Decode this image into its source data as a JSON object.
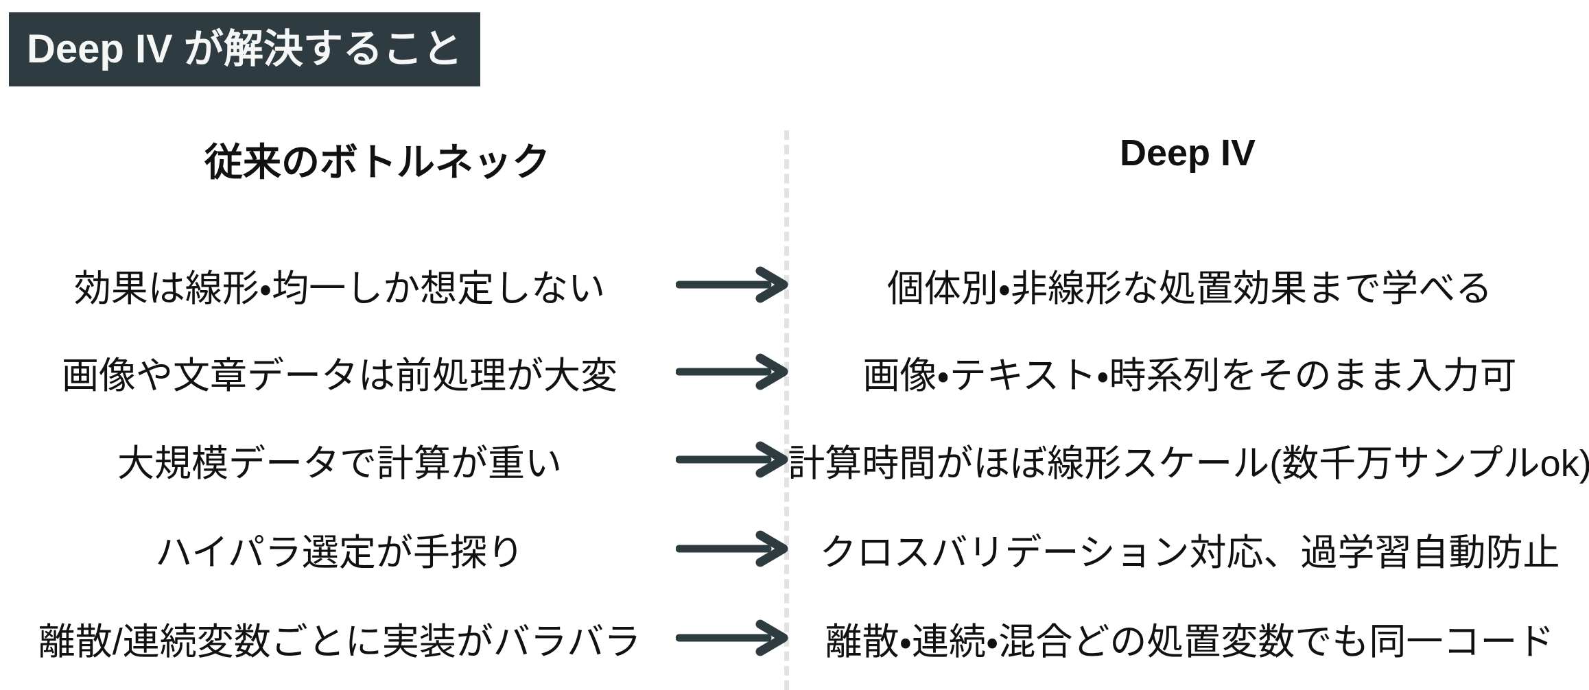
{
  "title": "Deep IV が解決すること",
  "columns": {
    "left_header": "従来のボトルネック",
    "right_header": "Deep IV"
  },
  "rows": [
    {
      "before": "効果は線形・均一しか想定しない",
      "after": "個体別・非線形な処置効果まで学べる"
    },
    {
      "before": "画像や文章データは前処理が大変",
      "after": "画像・テキスト・時系列をそのまま入力可"
    },
    {
      "before": "大規模データで計算が重い",
      "after": "計算時間がほぼ線形スケール(数千万サンプルok)"
    },
    {
      "before": "ハイパラ選定が手探り",
      "after": "クロスバリデーション対応、過学習自動防止"
    },
    {
      "before": "離散/連続変数ごとに実装がバラバラ",
      "after": "離散・連続・混合どの処置変数でも同一コード"
    }
  ],
  "icons": {
    "arrow": "right-arrow-icon"
  },
  "colors": {
    "accent": "#2e3b40",
    "text": "#111111",
    "title_text": "#f5f6f6",
    "divider": "#e2e2e6",
    "background": "#ffffff"
  }
}
